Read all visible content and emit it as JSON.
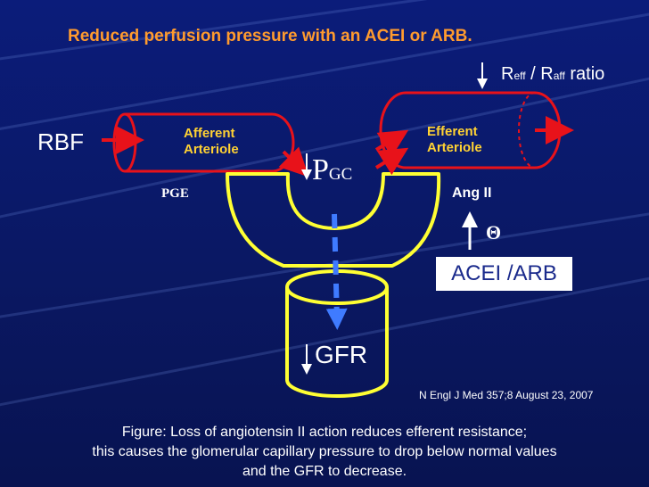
{
  "slide": {
    "title": "Reduced perfusion pressure with an ACEI or ARB.",
    "ratio": {
      "r1": "R",
      "r1_sub": "eff",
      "sep": " / ",
      "r2": "R",
      "r2_sub": "aff",
      "suffix": " ratio"
    },
    "rbf_label": "RBF",
    "afferent": {
      "line1": "Afferent",
      "line2": "Arteriole"
    },
    "efferent": {
      "line1": "Efferent",
      "line2": "Arteriole"
    },
    "pge_label": "PGE",
    "pgc": {
      "main": "P",
      "sub": "GC"
    },
    "ang_ii_label": "Ang II",
    "inhibit_symbol": "Θ",
    "drug_box": "ACEI /ARB",
    "gfr_label": "GFR",
    "citation": "N Engl J Med 357;8 August 23, 2007",
    "caption": {
      "line1": "Figure: Loss of angiotensin II action reduces efferent resistance;",
      "line2": "this causes the glomerular capillary pressure to drop below normal values",
      "line3": "and the GFR to decrease."
    }
  },
  "colors": {
    "background": "#0b1c7a",
    "title": "#ff9b2e",
    "vessel": "#e8121a",
    "glomerulus": "#ffff33",
    "flow_arrow": "#3f7bff",
    "labels": "#ffd233",
    "text": "#ffffff"
  }
}
